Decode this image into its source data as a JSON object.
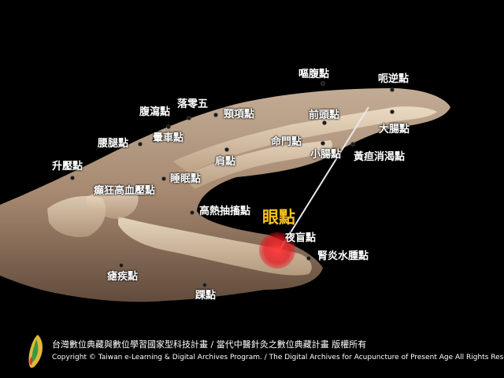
{
  "highlight_label": "眼點",
  "points": [
    {
      "label": "嘔腹點"
    },
    {
      "label": "呃逆點"
    },
    {
      "label": "落零五"
    },
    {
      "label": "腹瀉點"
    },
    {
      "label": "頸項點"
    },
    {
      "label": "前頭點"
    },
    {
      "label": "大腸點"
    },
    {
      "label": "暈車點"
    },
    {
      "label": "命門點"
    },
    {
      "label": "腰腿點"
    },
    {
      "label": "小腸點"
    },
    {
      "label": "黃疸消渴點"
    },
    {
      "label": "肩點"
    },
    {
      "label": "升壓點"
    },
    {
      "label": "睡眠點"
    },
    {
      "label": "癲狂高血壓點"
    },
    {
      "label": "高熱抽搐點"
    },
    {
      "label": "夜盲點"
    },
    {
      "label": "腎炎水腫點"
    },
    {
      "label": "瘧疾點"
    },
    {
      "label": "踝點"
    }
  ],
  "footer": {
    "line1": "台灣數位典藏與數位學習國家型科技計畫 / 當代中醫針灸之數位典藏計畫 版權所有",
    "line2": "Copyright © Taiwan e-Learning & Digital Archives Program. / The Digital Archives for Acupuncture of Present Age All Rights Reserved."
  },
  "colors": {
    "background": "#000000",
    "label": "#ffffff",
    "highlight_label": "#f6c21a",
    "highlight_spot": "#e8141e",
    "skin": "#c9a98c",
    "bone": "#e6d3b6"
  },
  "icons": [
    "taiwan-logo-icon",
    "needle-icon"
  ]
}
